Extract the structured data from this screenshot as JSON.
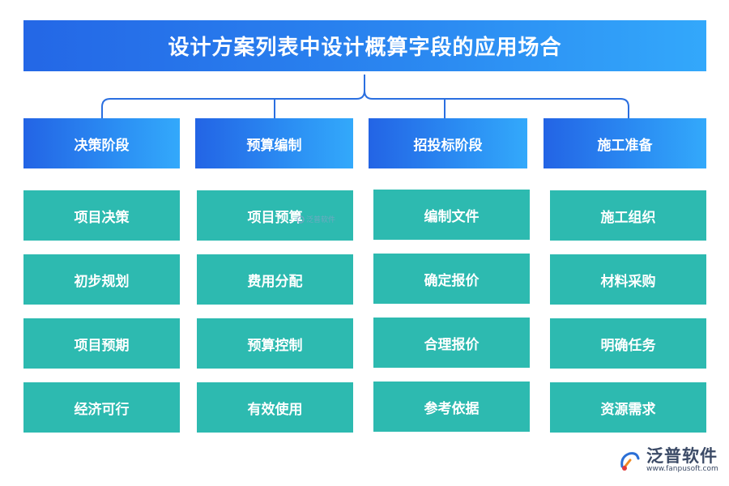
{
  "title": "设计方案列表中设计概算字段的应用场合",
  "stages": [
    {
      "label": "决策阶段",
      "items": [
        "项目决策",
        "初步规划",
        "项目预期",
        "经济可行"
      ]
    },
    {
      "label": "预算编制",
      "items": [
        "项目预算",
        "费用分配",
        "预算控制",
        "有效使用"
      ]
    },
    {
      "label": "招投标阶段",
      "items": [
        "编制文件",
        "确定报价",
        "合理报价",
        "参考依据"
      ]
    },
    {
      "label": "施工准备",
      "items": [
        "施工组织",
        "材料采购",
        "明确任务",
        "资源需求"
      ]
    }
  ],
  "watermark": {
    "small": "泛普软件"
  },
  "logo": {
    "name": "泛普软件",
    "url": "www.fanpusoft.com"
  },
  "colors": {
    "title_start": "#2467e6",
    "title_end": "#33a8fb",
    "item_bg": "#2dbab0",
    "connector": "#2a6fe0"
  }
}
